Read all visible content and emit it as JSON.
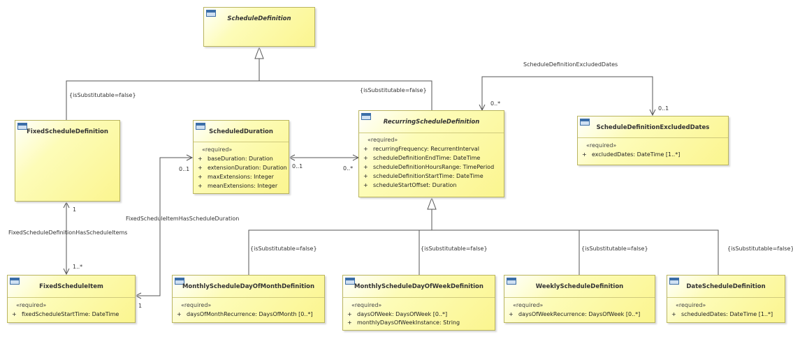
{
  "classes": {
    "schedule_definition": {
      "name": "ScheduleDefinition"
    },
    "fixed_schedule_definition": {
      "name": "FixedScheduleDefinition"
    },
    "scheduled_duration": {
      "name": "ScheduledDuration",
      "stereotype": "«required»",
      "attributes": [
        {
          "vis": "+",
          "text": "baseDuration: Duration"
        },
        {
          "vis": "+",
          "text": "extensionDuration: Duration"
        },
        {
          "vis": "+",
          "text": "maxExtensions: Integer"
        },
        {
          "vis": "+",
          "text": "meanExtensions: Integer"
        }
      ]
    },
    "recurring_schedule_definition": {
      "name": "RecurringScheduleDefinition",
      "stereotype": "«required»",
      "attributes": [
        {
          "vis": "+",
          "text": "recurringFrequency: RecurrentInterval"
        },
        {
          "vis": "+",
          "text": "scheduleDefinitionEndTime: DateTime"
        },
        {
          "vis": "+",
          "text": "scheduleDefinitionHoursRange: TimePeriod"
        },
        {
          "vis": "+",
          "text": "scheduleDefinitionStartTime: DateTime"
        },
        {
          "vis": "+",
          "text": "scheduleStartOffset: Duration"
        }
      ]
    },
    "schedule_definition_excluded_dates": {
      "name": "ScheduleDefinitionExcludedDates",
      "stereotype": "«required»",
      "attributes": [
        {
          "vis": "+",
          "text": "excludedDates: DateTime [1..*]"
        }
      ]
    },
    "fixed_schedule_item": {
      "name": "FixedScheduleItem",
      "stereotype": "«required»",
      "attributes": [
        {
          "vis": "+",
          "text": "fixedScheduleStartTime: DateTime"
        }
      ]
    },
    "monthly_day_of_month": {
      "name": "MonthlyScheduleDayOfMonthDefinition",
      "stereotype": "«required»",
      "attributes": [
        {
          "vis": "+",
          "text": "daysOfMonthRecurrence: DaysOfMonth [0..*]"
        }
      ]
    },
    "monthly_day_of_week": {
      "name": "MonthlyScheduleDayOfWeekDefinition",
      "stereotype": "«required»",
      "attributes": [
        {
          "vis": "+",
          "text": "daysOfWeek: DaysOfWeek [0..*]"
        },
        {
          "vis": "+",
          "text": "monthlyDaysOfWeekInstance: String"
        }
      ]
    },
    "weekly": {
      "name": "WeeklyScheduleDefinition",
      "stereotype": "«required»",
      "attributes": [
        {
          "vis": "+",
          "text": "daysOfWeekRecurrence: DaysOfWeek [0..*]"
        }
      ]
    },
    "date_schedule": {
      "name": "DateScheduleDefinition",
      "stereotype": "«required»",
      "attributes": [
        {
          "vis": "+",
          "text": "scheduledDates: DateTime [1..*]"
        }
      ]
    }
  },
  "labels": {
    "subst_fixed": "{isSubstitutable=false}",
    "subst_recurring": "{isSubstitutable=false}",
    "subst_monthly_dom": "{isSubstitutable=false}",
    "subst_monthly_dow": "{isSubstitutable=false}",
    "subst_weekly": "{isSubstitutable=false}",
    "subst_date": "{isSubstitutable=false}",
    "assoc_excluded": "ScheduleDefinitionExcludedDates",
    "assoc_fixed_items": "FixedScheduleDefinitionHasScheduleItems",
    "assoc_item_duration": "FixedScheduleItemHasScheduleDuration",
    "mult_excluded_src": "0..*",
    "mult_excluded_tgt": "0..1",
    "mult_fixed_def": "1",
    "mult_fixed_items": "1..*",
    "mult_item_one": "1",
    "mult_duration_left": "0..1",
    "mult_duration_right": "0..1",
    "mult_recurring_left": "0..*"
  }
}
